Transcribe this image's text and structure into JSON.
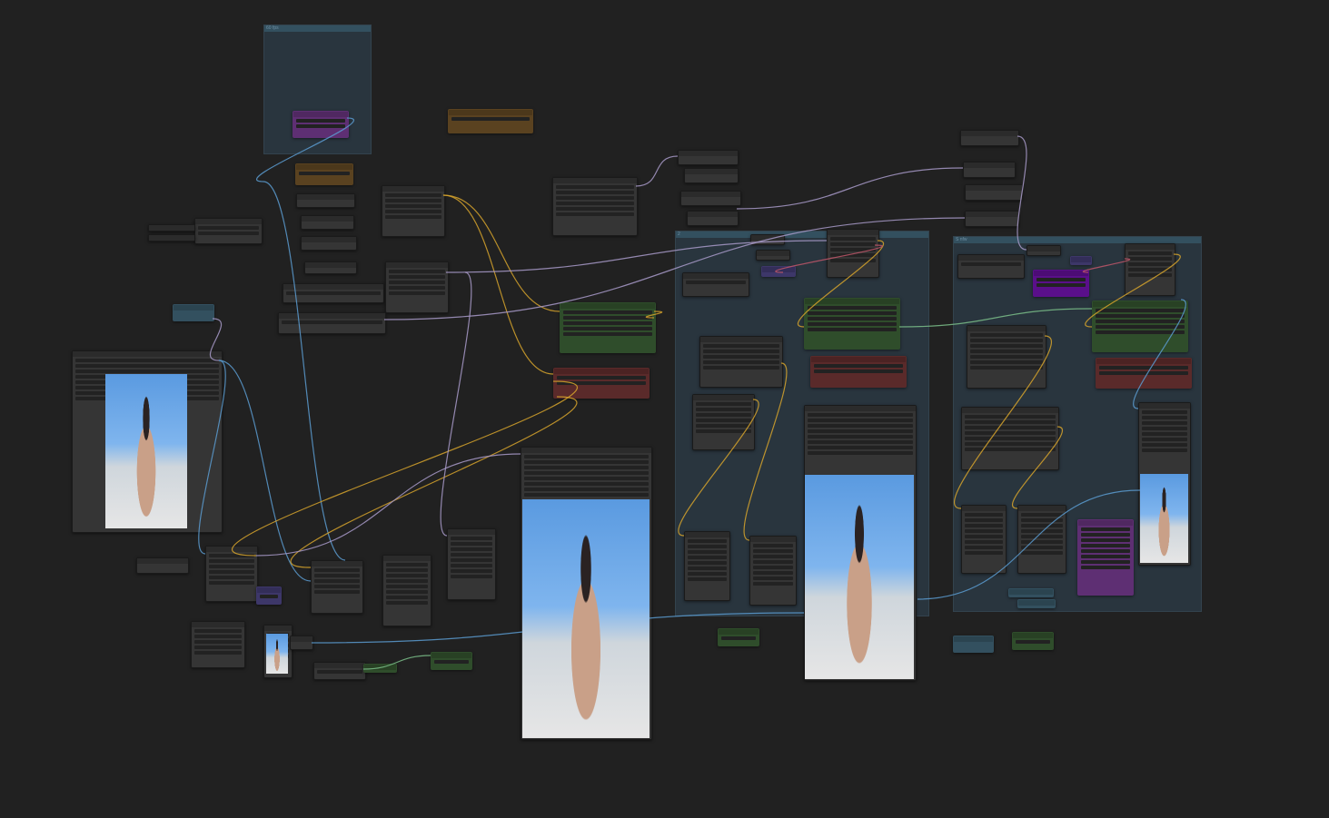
{
  "canvas": {
    "background": "#212121"
  },
  "groups": [
    {
      "title": "60 fps"
    },
    {
      "title": "2"
    },
    {
      "title": "S nfw"
    }
  ],
  "colors": {
    "wire_yellow": "#d6a32c",
    "wire_purple": "#a89ac9",
    "wire_blue": "#5b9bd0",
    "wire_red": "#c0566a",
    "wire_green": "#7bbf8a"
  }
}
